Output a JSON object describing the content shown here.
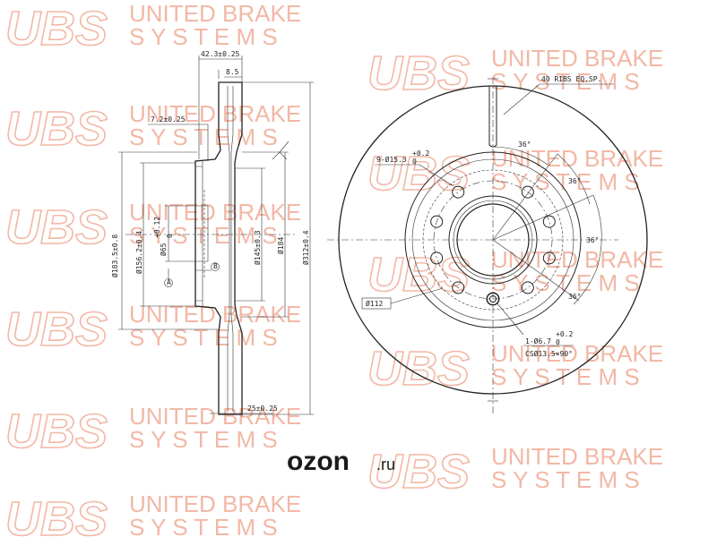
{
  "watermark": {
    "logo": "UBS",
    "line1": "UNITED BRAKE",
    "line2": "S Y S T E M S",
    "color": "#f2b8a6"
  },
  "side_view": {
    "width_top": "42.3±0.25",
    "thickness_top": "8.5",
    "hub_thickness": "7.2±0.25",
    "dia_outer_hat": "Ø183.5±0.8",
    "dia_inner_hat": "Ø156.2±0.4",
    "dia_center": "Ø65",
    "dia_center_tol_upper": "+0.12",
    "dia_center_tol_lower": "0",
    "dia_145": "Ø145±0.3",
    "dia_184": "Ø184",
    "dia_312": "Ø312±0.4",
    "width_bottom": "25±0.25",
    "datum_a": "A",
    "datum_b": "B"
  },
  "front_view": {
    "ribs_note": "40 RIBS EQ.SP.",
    "holes_note": "9-Ø15.3",
    "holes_tol_upper": "+0.2",
    "holes_tol_lower": "0",
    "angle_1": "36°",
    "angle_2": "36°",
    "angle_3": "36°",
    "angle_4": "36°",
    "pcd_label": "Ø112",
    "small_hole": "1-Ø6.7",
    "small_hole_tol_upper": "+0.2",
    "small_hole_tol_lower": "0",
    "countersink": "CSØ13.5×90°"
  },
  "brand": {
    "name": "ozon",
    "domain": ".ru",
    "color": "#1a1a1a"
  }
}
